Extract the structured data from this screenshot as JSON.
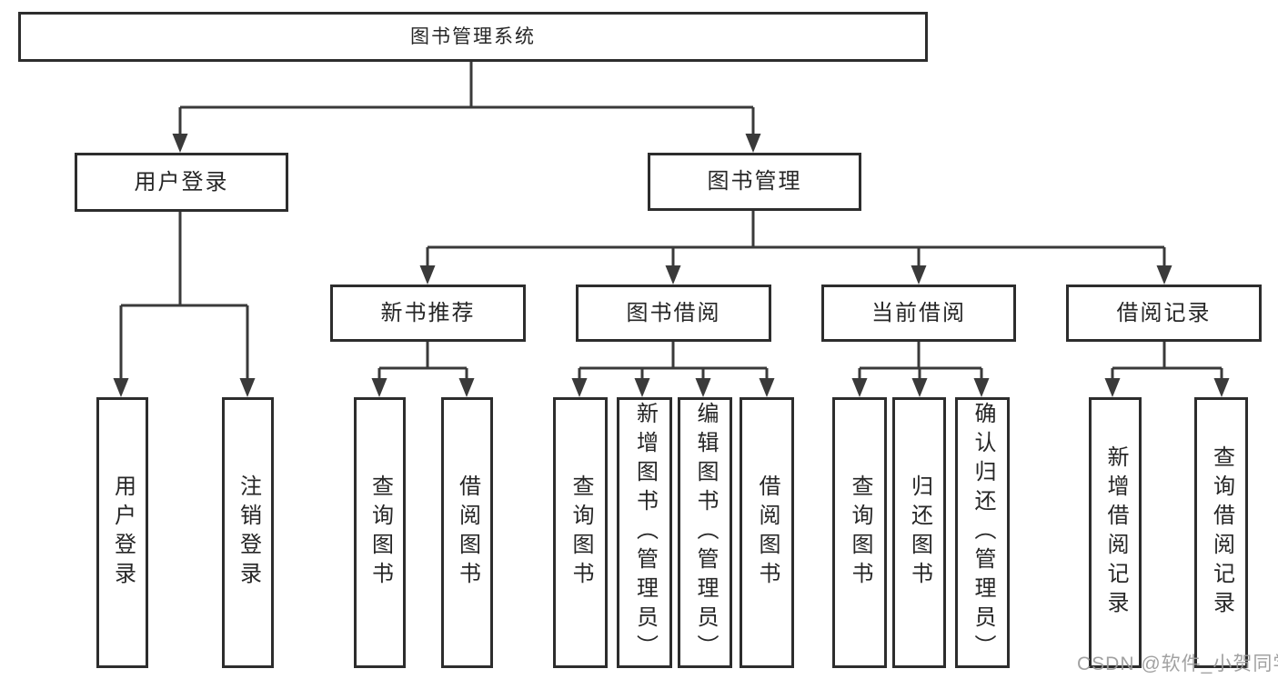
{
  "colors": {
    "background": "#ffffff",
    "line": "#3a3a3a",
    "box_border": "#2d2d2d",
    "text": "#262626",
    "watermark": "#9a9a9a"
  },
  "tree": {
    "root": {
      "label": "图书管理系统"
    },
    "children": [
      {
        "label": "用户登录",
        "children": [
          {
            "label": "用户登录"
          },
          {
            "label": "注销登录"
          }
        ]
      },
      {
        "label": "图书管理",
        "children": [
          {
            "label": "新书推荐",
            "children": [
              {
                "label": "查询图书"
              },
              {
                "label": "借阅图书"
              }
            ]
          },
          {
            "label": "图书借阅",
            "children": [
              {
                "label": "查询图书"
              },
              {
                "label": "新增图书（管理员）"
              },
              {
                "label": "编辑图书（管理员）"
              },
              {
                "label": "借阅图书"
              }
            ]
          },
          {
            "label": "当前借阅",
            "children": [
              {
                "label": "查询图书"
              },
              {
                "label": "归还图书"
              },
              {
                "label": "确认归还（管理员）"
              }
            ]
          },
          {
            "label": "借阅记录",
            "children": [
              {
                "label": "新增借阅记录"
              },
              {
                "label": "查询借阅记录"
              }
            ]
          }
        ]
      }
    ]
  },
  "watermark": {
    "text": "CSDN @软件_小贺同学"
  }
}
